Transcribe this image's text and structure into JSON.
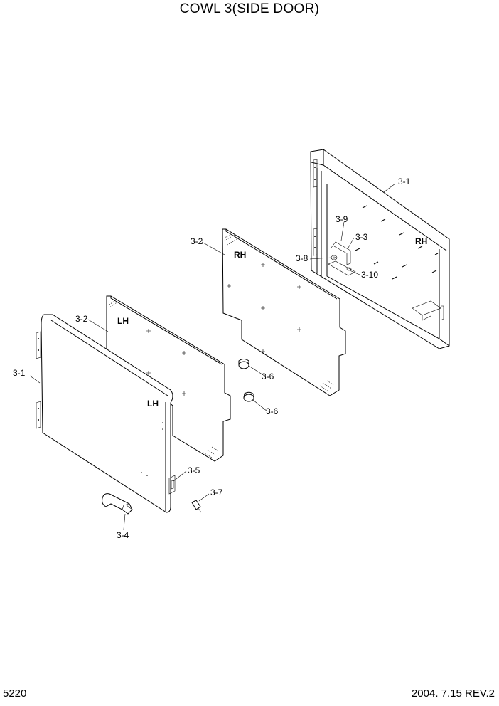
{
  "title": "COWL 3(SIDE DOOR)",
  "page_number": "5220",
  "revision": "2004. 7.15  REV.2",
  "side_labels": {
    "rh_door": "RH",
    "rh_pad": "RH",
    "lh_pad": "LH",
    "lh_door": "LH"
  },
  "callouts": {
    "rh_door": "3-1",
    "rh_pad": "3-2",
    "rh_latch_plate": "3-3",
    "rh_washer": "3-8",
    "rh_bolt": "3-9",
    "rh_bracket": "3-10",
    "lh_pad": "3-2",
    "lh_door": "3-1",
    "handle": "3-4",
    "lock": "3-5",
    "stopper_rh": "3-6",
    "stopper_lh": "3-6",
    "screw": "3-7"
  }
}
